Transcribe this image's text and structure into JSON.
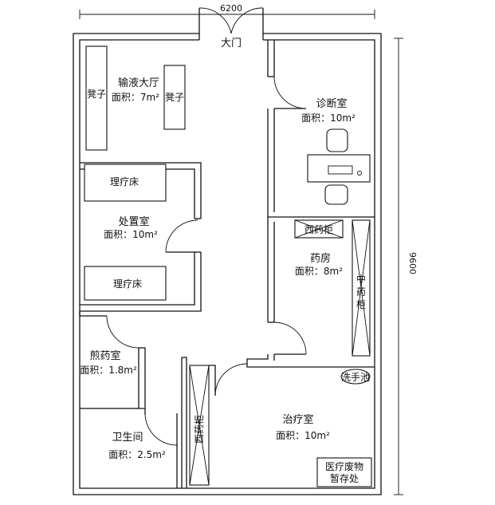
{
  "dimensions": {
    "width_label": "6200",
    "height_label": "9600"
  },
  "entrance": {
    "label": "大门"
  },
  "rooms": {
    "infusion_hall": {
      "name": "输液大厅",
      "area": "面积：7m²"
    },
    "bench_left": "凳子",
    "bench_right": "凳子",
    "consult": {
      "name": "诊断室",
      "area": "面积：10m²"
    },
    "treatment_prep": {
      "name": "处置室",
      "area": "面积：10m²"
    },
    "therapy_bed_top": "理疗床",
    "therapy_bed_bottom": "理疗床",
    "western_cabinet": "西药柜",
    "pharmacy": {
      "name": "药房",
      "area": "面积：8m²"
    },
    "chinese_cabinet": [
      "中",
      "药",
      "柜"
    ],
    "decoction": {
      "name": "煎药室",
      "area": "面积：1.8m²"
    },
    "washbasin": "洗手池",
    "toilet": {
      "name": "卫生间",
      "area": "面积：2.5m²"
    },
    "treatment": {
      "name": "治疗室",
      "area": "面积：10m²"
    },
    "cabinet_vertical": "西药柜",
    "waste": [
      "医疗废物",
      "暂存处"
    ]
  }
}
